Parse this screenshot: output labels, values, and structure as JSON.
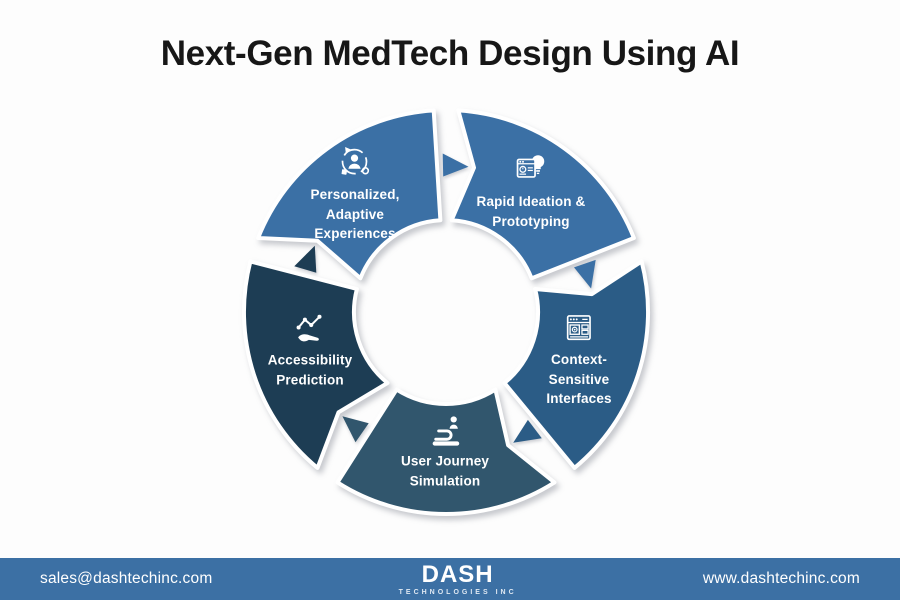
{
  "title": "Next-Gen MedTech Design Using AI",
  "wheel": {
    "type": "cycle-diagram",
    "direction": "clockwise",
    "segment_count": 5,
    "segments": [
      {
        "label": "Rapid Ideation &\nPrototyping",
        "color": "#3b70a5",
        "icon": "prototyping-icon"
      },
      {
        "label": "Context-\nSensitive\nInterfaces",
        "color": "#2b5c86",
        "icon": "context-interfaces-icon"
      },
      {
        "label": "User Journey\nSimulation",
        "color": "#31566d",
        "icon": "user-journey-icon"
      },
      {
        "label": "Accessibility\nPrediction",
        "color": "#1d3d54",
        "icon": "accessibility-prediction-icon"
      },
      {
        "label": "Personalized,\nAdaptive\nExperiences",
        "color": "#3b70a5",
        "icon": "personalized-icon"
      }
    ]
  },
  "footer": {
    "email": "sales@dashtechinc.com",
    "website": "www.dashtechinc.com",
    "logo": {
      "name": "DASH",
      "subtitle": "TECHNOLOGIES INC"
    },
    "background": "#3c70a4"
  }
}
